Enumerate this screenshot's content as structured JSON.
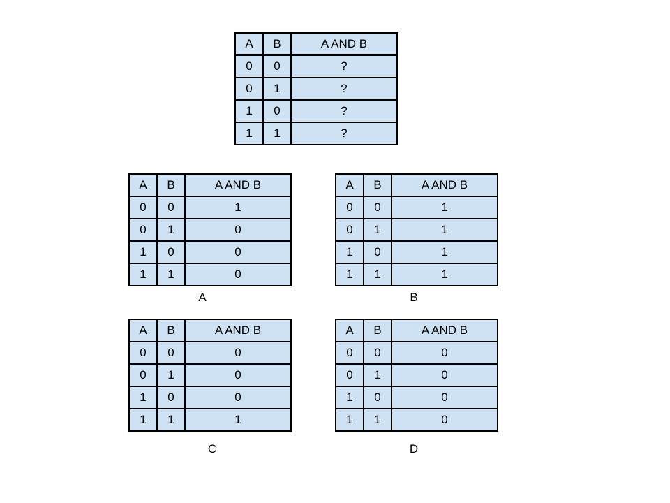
{
  "question": {
    "headers": [
      "A",
      "B",
      "A AND B"
    ],
    "rows": [
      [
        "0",
        "0",
        "?"
      ],
      [
        "0",
        "1",
        "?"
      ],
      [
        "1",
        "0",
        "?"
      ],
      [
        "1",
        "1",
        "?"
      ]
    ]
  },
  "options": [
    {
      "label": "A",
      "headers": [
        "A",
        "B",
        "A AND B"
      ],
      "rows": [
        [
          "0",
          "0",
          "1"
        ],
        [
          "0",
          "1",
          "0"
        ],
        [
          "1",
          "0",
          "0"
        ],
        [
          "1",
          "1",
          "0"
        ]
      ]
    },
    {
      "label": "B",
      "headers": [
        "A",
        "B",
        "A AND B"
      ],
      "rows": [
        [
          "0",
          "0",
          "1"
        ],
        [
          "0",
          "1",
          "1"
        ],
        [
          "1",
          "0",
          "1"
        ],
        [
          "1",
          "1",
          "1"
        ]
      ]
    },
    {
      "label": "C",
      "headers": [
        "A",
        "B",
        "A AND B"
      ],
      "rows": [
        [
          "0",
          "0",
          "0"
        ],
        [
          "0",
          "1",
          "0"
        ],
        [
          "1",
          "0",
          "0"
        ],
        [
          "1",
          "1",
          "1"
        ]
      ]
    },
    {
      "label": "D",
      "headers": [
        "A",
        "B",
        "A AND B"
      ],
      "rows": [
        [
          "0",
          "0",
          "0"
        ],
        [
          "0",
          "1",
          "0"
        ],
        [
          "1",
          "0",
          "0"
        ],
        [
          "1",
          "1",
          "0"
        ]
      ]
    }
  ],
  "colors": {
    "cell_fill": "#cfe2f3",
    "border": "#000000"
  }
}
